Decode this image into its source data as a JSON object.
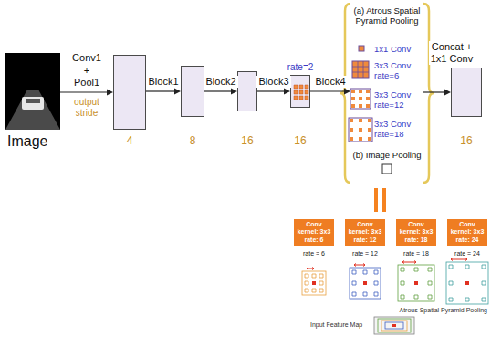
{
  "diagram": {
    "nodes": [
      {
        "text": [
          "Image"
        ]
      },
      {
        "text": [
          "4"
        ]
      },
      {
        "text": [
          "8"
        ]
      },
      {
        "text": [
          "16"
        ]
      },
      {
        "text": [
          "rate=2",
          "16"
        ]
      },
      {
        "text": [
          "(a) Atrous Spatial Pyramid Pooling",
          "1x1 Conv",
          "3x3 Conv rate=6",
          "3x3 Conv rate=12",
          "3x3 Conv rate=18",
          "(b) Image Pooling"
        ]
      },
      {
        "text": [
          "16"
        ]
      },
      {
        "text": [
          "Conv kernel: 3x3 rate: 6"
        ]
      },
      {
        "text": [
          "Conv kernel: 3x3 rate: 12"
        ]
      },
      {
        "text": [
          "Conv kernel: 3x3 rate: 18"
        ]
      },
      {
        "text": [
          "Conv kernel: 3x3 rate: 24"
        ]
      }
    ],
    "edges": [
      {
        "from": 0,
        "to": 1,
        "label": "Conv1 + Pool1",
        "arrow": "to"
      },
      {
        "from": 1,
        "to": 2,
        "label": "Block1",
        "arrow": "to"
      },
      {
        "from": 2,
        "to": 3,
        "label": "Block2",
        "arrow": "to"
      },
      {
        "from": 3,
        "to": 4,
        "label": "Block3",
        "arrow": "to"
      },
      {
        "from": 4,
        "to": 5,
        "label": "Block4",
        "arrow": "to"
      },
      {
        "from": 5,
        "to": 6,
        "label": "Concat + 1x1 Conv",
        "arrow": "to"
      }
    ],
    "labels": [
      "output stride",
      "rate = 6",
      "rate = 12",
      "rate = 18",
      "rate = 24",
      "Atrous Spatial Pyramid Pooling",
      "Input Feature Map"
    ]
  }
}
